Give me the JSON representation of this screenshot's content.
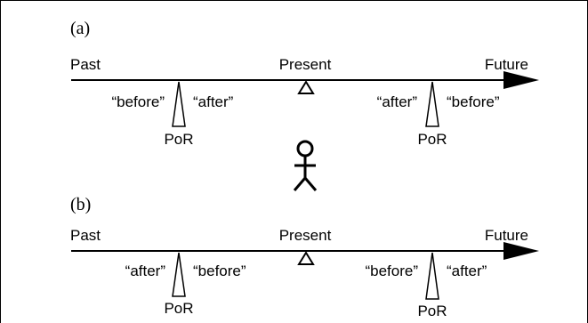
{
  "panels": [
    {
      "label": "(a)",
      "past": "Past",
      "present": "Present",
      "future": "Future",
      "left_por": {
        "left_word": "“before”",
        "right_word": "“after”",
        "label": "PoR"
      },
      "right_por": {
        "left_word": "“after”",
        "right_word": "“before”",
        "label": "PoR"
      }
    },
    {
      "label": "(b)",
      "past": "Past",
      "present": "Present",
      "future": "Future",
      "left_por": {
        "left_word": "“after”",
        "right_word": "“before”",
        "label": "PoR"
      },
      "right_por": {
        "left_word": "“before”",
        "right_word": "“after”",
        "label": "PoR"
      }
    }
  ],
  "colors": {
    "ink": "#000000",
    "background": "#ffffff"
  }
}
